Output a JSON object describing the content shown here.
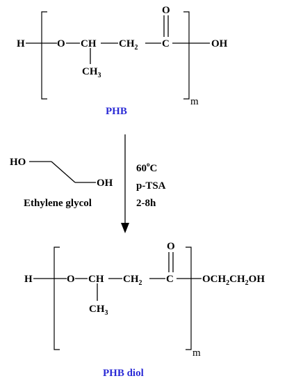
{
  "reactant": {
    "atoms": {
      "h": "H",
      "o1": "O",
      "ch": "CH",
      "ch2": "CH",
      "ch2_sub": "2",
      "c": "C",
      "o_dbl": "O",
      "oh": "OH",
      "ch3": "CH",
      "ch3_sub": "3"
    },
    "repeat": "m",
    "caption": "PHB"
  },
  "reagent": {
    "ho": "HO",
    "oh": "OH",
    "name": "Ethylene glycol"
  },
  "conditions": {
    "temp_value": "60",
    "temp_sup": "o",
    "temp_unit": "C",
    "catalyst": "p-TSA",
    "time": "2-8h"
  },
  "product": {
    "atoms": {
      "h": "H",
      "o1": "O",
      "ch": "CH",
      "ch2": "CH",
      "ch2_sub": "2",
      "c": "C",
      "o_dbl": "O",
      "end_p1": "OCH",
      "end_sub1": "2",
      "end_p2": "CH",
      "end_sub2": "2",
      "end_p3": "OH",
      "ch3": "CH",
      "ch3_sub": "3"
    },
    "repeat": "m",
    "caption": "PHB diol"
  }
}
